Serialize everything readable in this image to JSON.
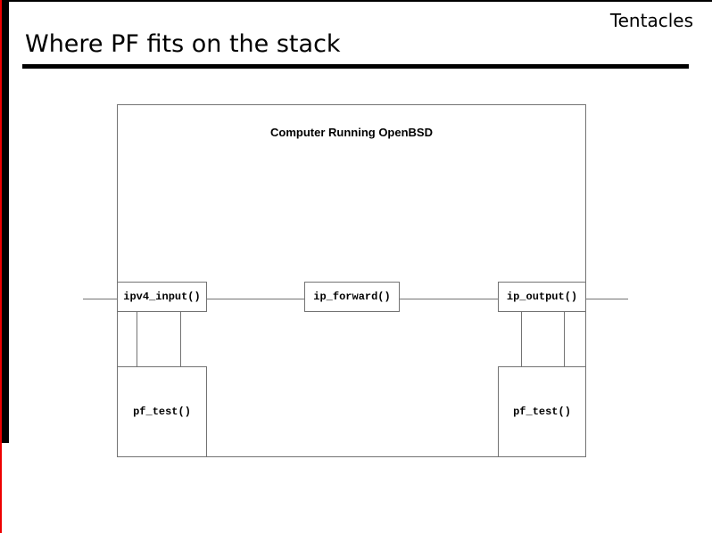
{
  "header": {
    "title": "Where PF fits on the stack",
    "brand": "Tentacles"
  },
  "diagram": {
    "computer_label": "Computer Running OpenBSD",
    "function_boxes": [
      {
        "label": "ipv4_input()"
      },
      {
        "label": "ip_forward()"
      },
      {
        "label": "ip_output()"
      }
    ],
    "pf_boxes": [
      {
        "label": "pf_test()"
      },
      {
        "label": "pf_test()"
      }
    ]
  },
  "colors": {
    "accent_red": "#ee0000",
    "frame_black": "#000000",
    "diagram_line_gray": "#737373",
    "background": "#ffffff"
  }
}
